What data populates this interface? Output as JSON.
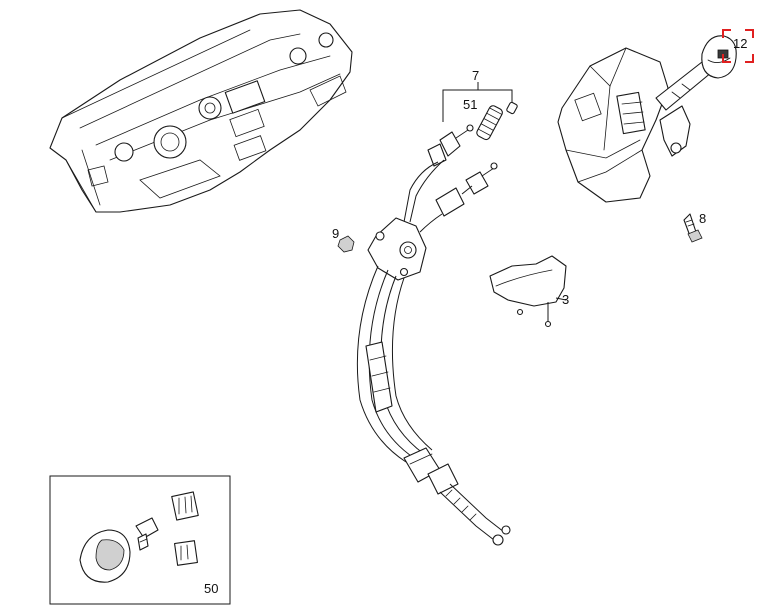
{
  "callouts": {
    "c7": "7",
    "c51": "51",
    "c12": "12",
    "c9": "9",
    "c8": "8",
    "c3": "3",
    "c50": "50"
  },
  "colors": {
    "highlight": "#e02020",
    "line": "#1a1a1a",
    "background": "#ffffff"
  }
}
